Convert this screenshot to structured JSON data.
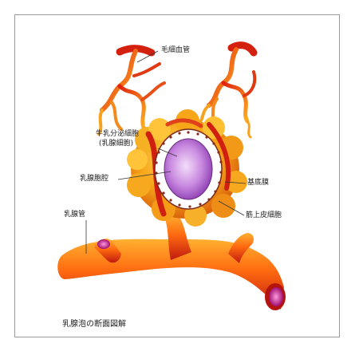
{
  "labels": {
    "capillary": "毛細血管",
    "milk_cell_line1": "牛乳分泌細胞",
    "milk_cell_line2": "(乳腺細胞)",
    "alveolar_lumen": "乳腺胞腔",
    "basement_membrane": "基底膜",
    "myoepithelial_cell": "筋上皮細胞",
    "lactiferous_duct": "乳腺管",
    "caption": "乳腺泡の断面図解"
  },
  "colors": {
    "duct_dark": "#c81e14",
    "duct_light": "#ff8a1a",
    "alveolus_orange": "#f5a318",
    "alveolus_yellow": "#ffd24a",
    "lumen_purple": "#c078d8",
    "lumen_light": "#f0d8f8",
    "duct_opening": "#d0288c"
  }
}
